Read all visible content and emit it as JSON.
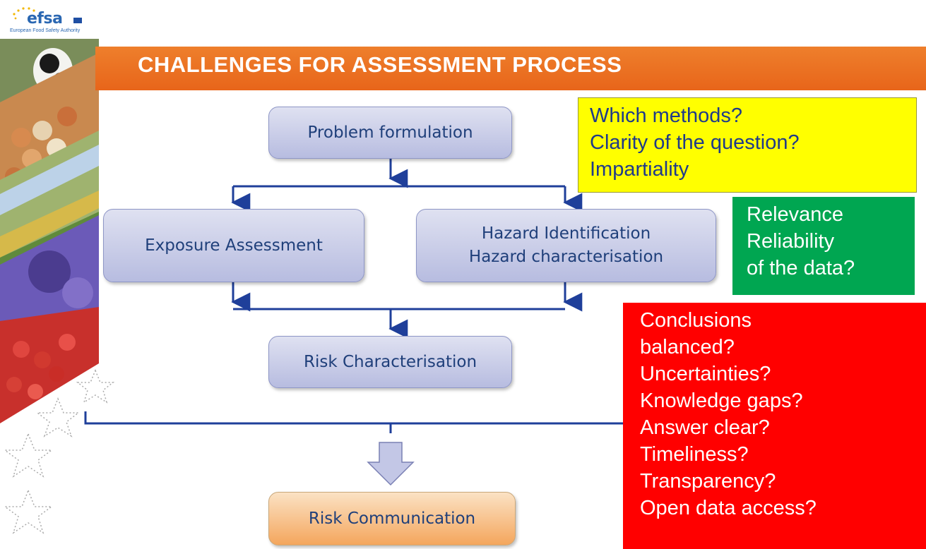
{
  "logo": {
    "wordmark": "efsa",
    "subtitle": "European Food Safety Authority"
  },
  "header": {
    "title": "CHALLENGES FOR ASSESSMENT PROCESS"
  },
  "flow": {
    "problem_formulation": "Problem formulation",
    "exposure_assessment": "Exposure Assessment",
    "hazard_box": "Hazard Identification\nHazard characterisation",
    "risk_characterisation": "Risk Characterisation",
    "risk_communication": "Risk Communication"
  },
  "callouts": {
    "methods": [
      "Which methods?",
      "Clarity of the question?",
      "Impartiality"
    ],
    "data": [
      "Relevance",
      "Reliability",
      "of the data?"
    ],
    "conclusions": [
      "Conclusions",
      "balanced?",
      "Uncertainties?",
      "Knowledge gaps?",
      "Answer clear?",
      "Timeliness?",
      "Transparency?",
      "Open data access?"
    ]
  },
  "colors": {
    "banner": "#e8651a",
    "node_fill": "#c3c7e6",
    "node_text": "#1f3f7a",
    "connector": "#1f3f9a",
    "yellow_box": "#ffff00",
    "green_box": "#00a651",
    "red_box": "#ff0000"
  }
}
